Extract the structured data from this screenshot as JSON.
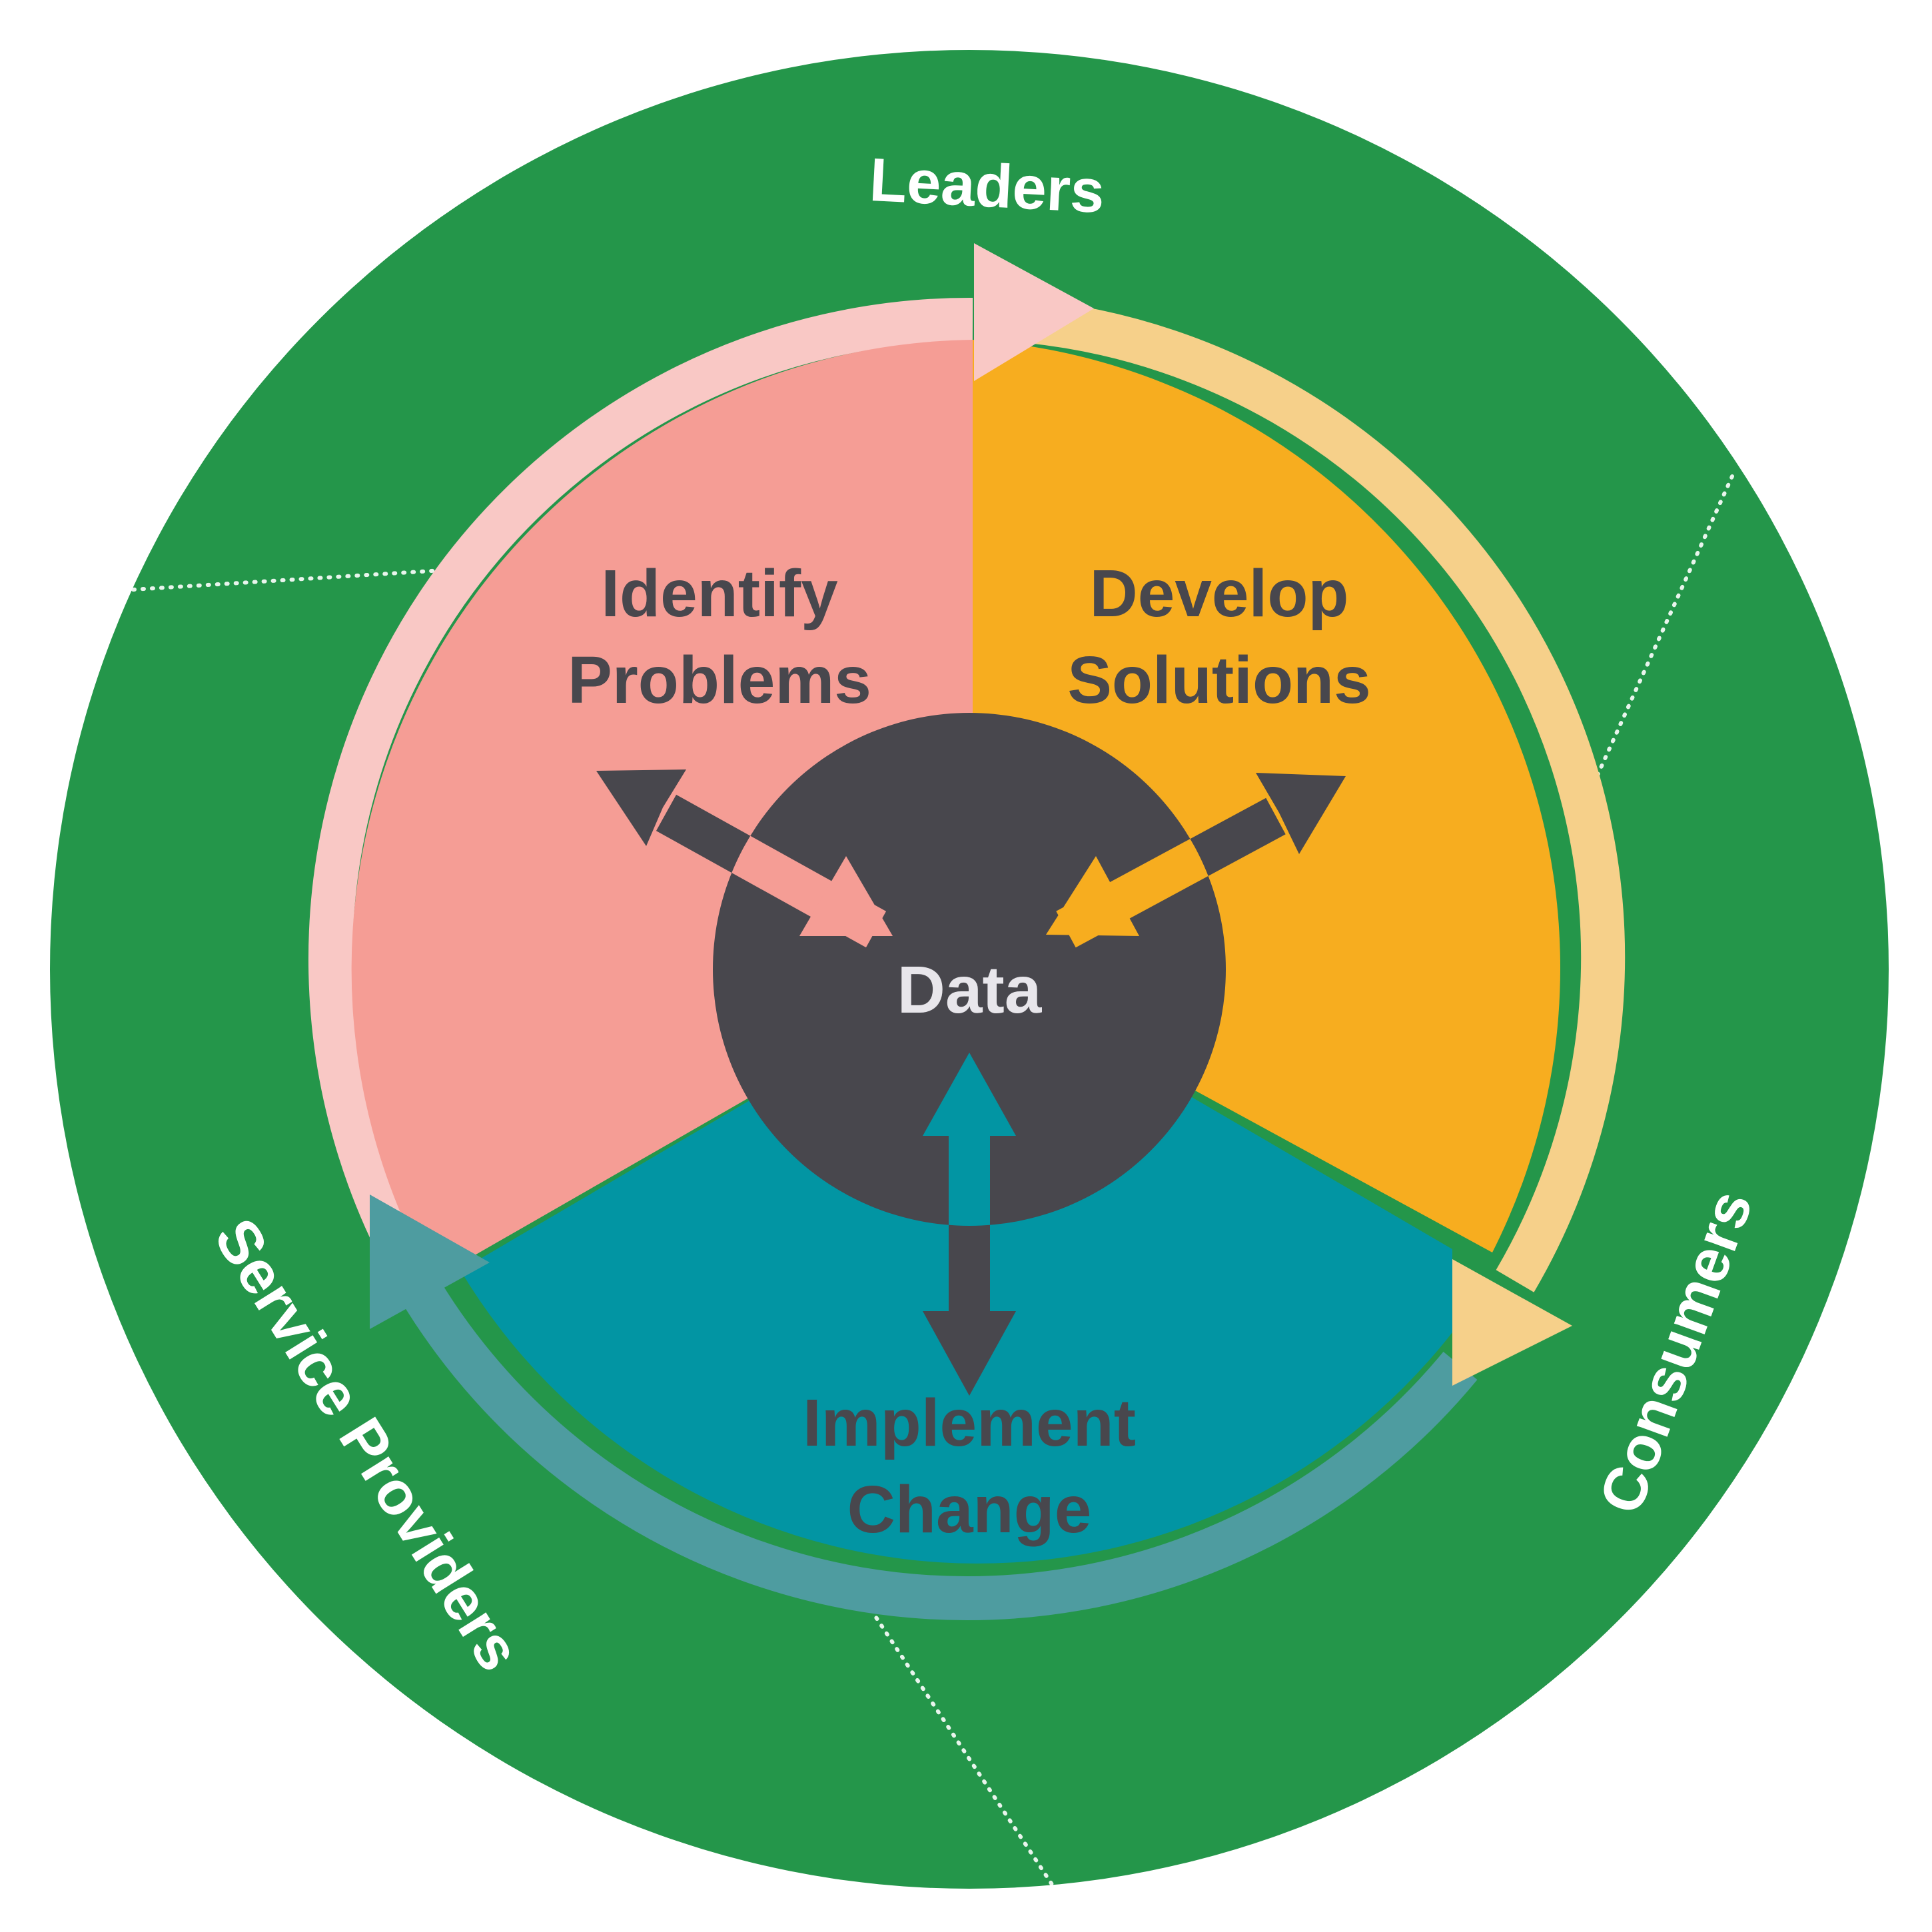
{
  "stakeholders": {
    "top": "Leaders",
    "right": "Consumers",
    "left": "Service Providers"
  },
  "steps": {
    "identify": [
      "Identify",
      "Problems"
    ],
    "develop": [
      "Develop",
      "Solutions"
    ],
    "implement": [
      "Implement",
      "Change"
    ]
  },
  "center": "Data",
  "colors": {
    "outer_ring": "#24964a",
    "identify": "#f59d95",
    "identify_arrow": "#f9c8c5",
    "develop": "#f7ad1f",
    "develop_arrow": "#f6d08a",
    "implement": "#0295a3",
    "implement_arrow": "#4e9ca0",
    "center": "#48474d",
    "text_dark": "#48474d",
    "text_light": "#ffffff"
  }
}
